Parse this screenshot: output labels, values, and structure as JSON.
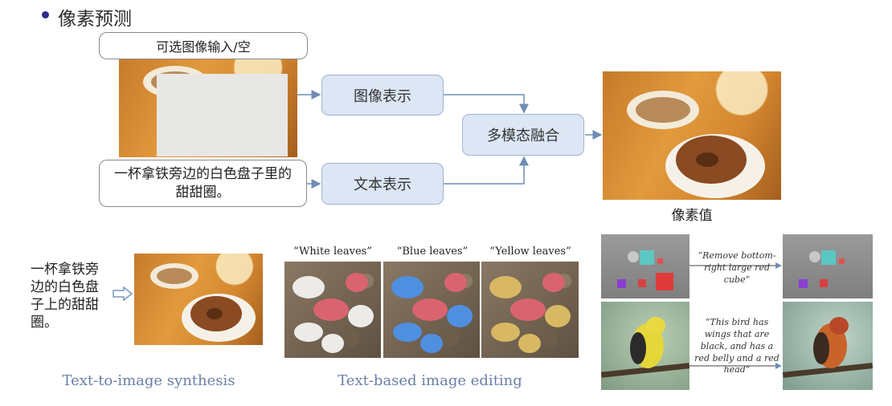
{
  "title": "像素预测",
  "pipeline": {
    "image_input_label": "可选图像输入/空",
    "text_input_label": "一杯拿铁旁边的白色盘子里的甜甜圈。",
    "image_repr_label": "图像表示",
    "text_repr_label": "文本表示",
    "fusion_label": "多模态融合",
    "output_caption": "像素值"
  },
  "examples": {
    "t2i_text": "一杯拿铁旁边的白色盘子上的甜甜圈。",
    "t2i_caption": "Text-to-image synthesis",
    "edit_caption": "Text-based image editing",
    "leaf_prompts": [
      "“White leaves”",
      "“Blue leaves”",
      "“Yellow leaves”"
    ],
    "edit_prompt_1": "“Remove bottom-right large red cube”",
    "edit_prompt_2": "“This bird has wings that are black, and has a red belly and a red head”"
  },
  "colors": {
    "accent_bullet": "#2e2a8a",
    "box_fill": "#dce6f4",
    "box_border": "#9fb3d1",
    "caption_color": "#6a7fa6",
    "leaf_red": "#d96470",
    "leaf_white": "#ecebe8",
    "leaf_blue": "#4f8fe0",
    "leaf_yellow": "#d8b862"
  }
}
